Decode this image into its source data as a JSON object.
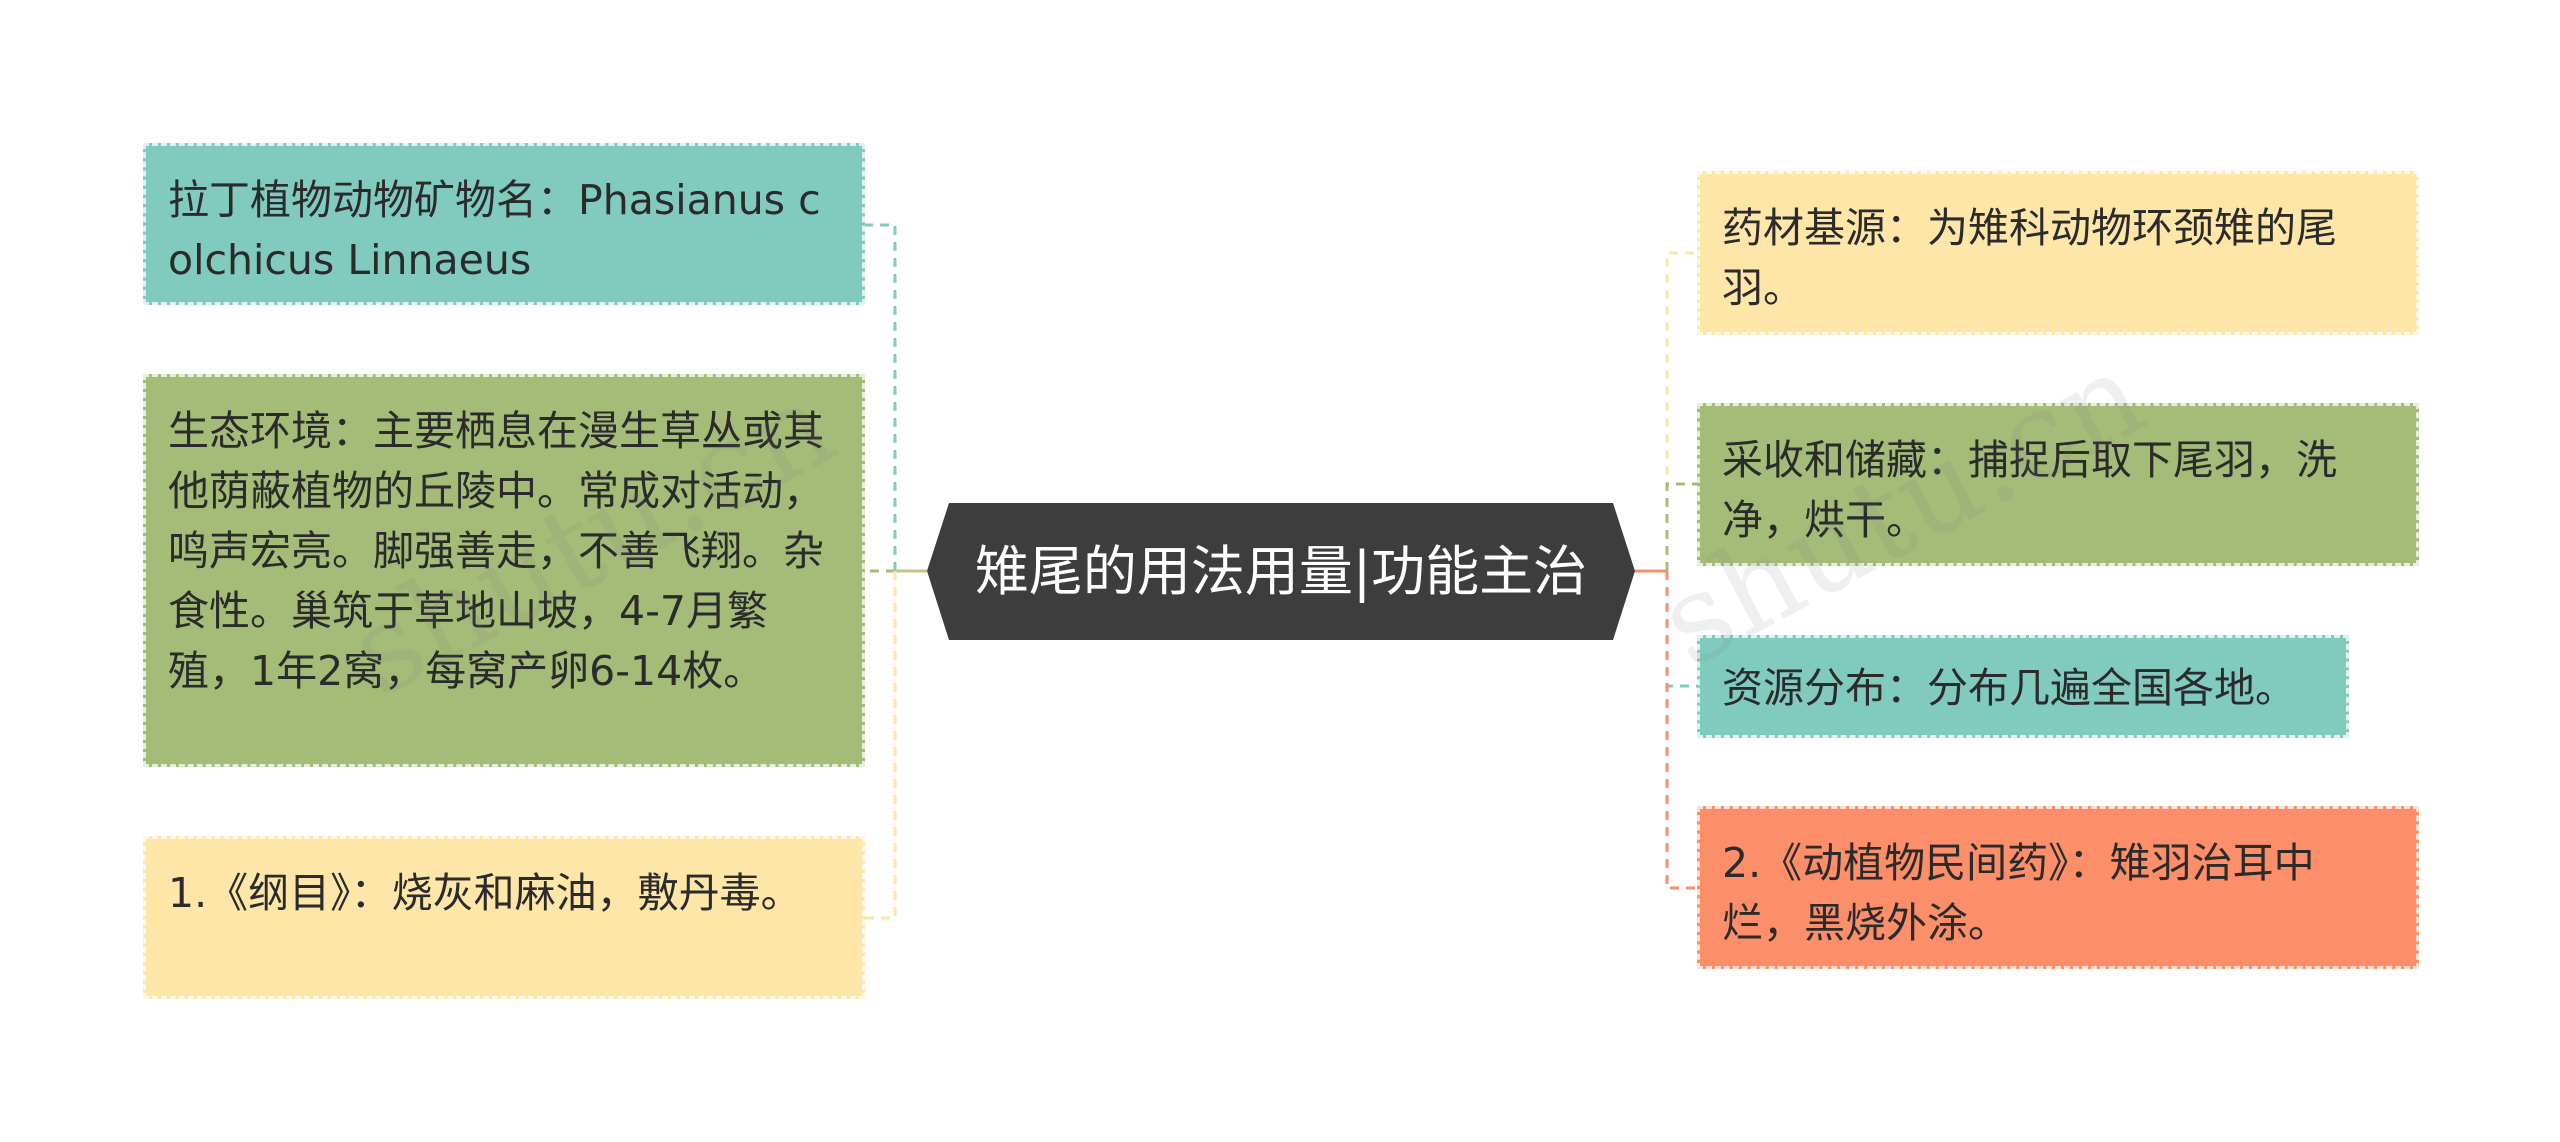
{
  "center": {
    "title": "雉尾的用法用量|功能主治"
  },
  "left_nodes": [
    {
      "text": "拉丁植物动物矿物名：Phasianus colchicus Linnaeus",
      "color": "#80cbbd"
    },
    {
      "text": "生态环境：主要栖息在漫生草丛或其他荫蔽植物的丘陵中。常成对活动，鸣声宏亮。脚强善走，不善飞翔。杂食性。巢筑于草地山坡，4-7月繁殖，1年2窝，每窝产卵6-14枚。",
      "color": "#a5bc79"
    },
    {
      "text": "1.《纲目》：烧灰和麻油，敷丹毒。",
      "color": "#fde6a8"
    }
  ],
  "right_nodes": [
    {
      "text": "药材基源：为雉科动物环颈雉的尾羽。",
      "color": "#fde6a8"
    },
    {
      "text": "采收和储藏：捕捉后取下尾羽，洗净，烘干。",
      "color": "#a5bc79"
    },
    {
      "text": "资源分布：分布几遍全国各地。",
      "color": "#80cbbd"
    },
    {
      "text": "2.《动植物民间药》：雉羽治耳中烂，黑烧外涂。",
      "color": "#fc8e69"
    }
  ],
  "colors": {
    "center_bg": "#3d3d3d",
    "teal": "#80cbbd",
    "green": "#a5bc79",
    "yellow": "#fde6a8",
    "salmon": "#fc8e69"
  }
}
